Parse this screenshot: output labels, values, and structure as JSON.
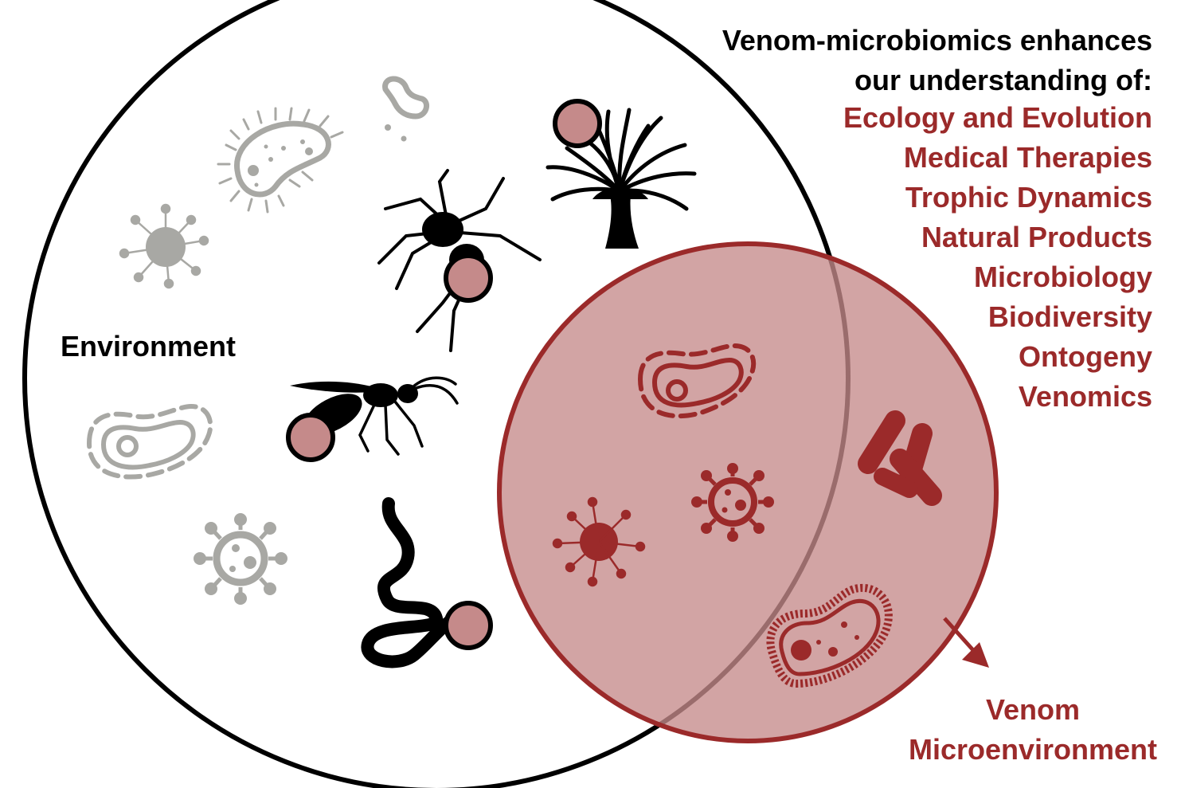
{
  "headline": {
    "line1": "Venom-microbiomics enhances",
    "line2": "our understanding of:"
  },
  "topics": [
    "Ecology and Evolution",
    "Medical Therapies",
    "Trophic Dynamics",
    "Natural Products",
    "Microbiology",
    "Biodiversity",
    "Ontogeny",
    "Venomics"
  ],
  "labels": {
    "environment": "Environment",
    "venom_line1": "Venom",
    "venom_line2": "Microenvironment"
  },
  "colors": {
    "accent": "#9b2a2a",
    "venom_fill": "#c58a8a",
    "environment_microbe": "#a8a8a4",
    "organism": "#000000"
  },
  "icons": {
    "environment_microbes": [
      "spirillum-bacterium-icon",
      "ciliate-icon",
      "virus-icon",
      "amoeba-icon",
      "coronavirus-icon",
      "dot-icon"
    ],
    "organisms": [
      "sea-anemone-icon",
      "spider-icon",
      "wasp-icon",
      "snake-icon"
    ],
    "venom_microbes": [
      "amoeba-icon",
      "virus-icon",
      "coronavirus-icon",
      "rod-bacteria-icon",
      "paramecium-icon"
    ],
    "venom_gland_marker": "venom-gland-circle-icon",
    "arrow": "arrow-down-right-icon"
  }
}
